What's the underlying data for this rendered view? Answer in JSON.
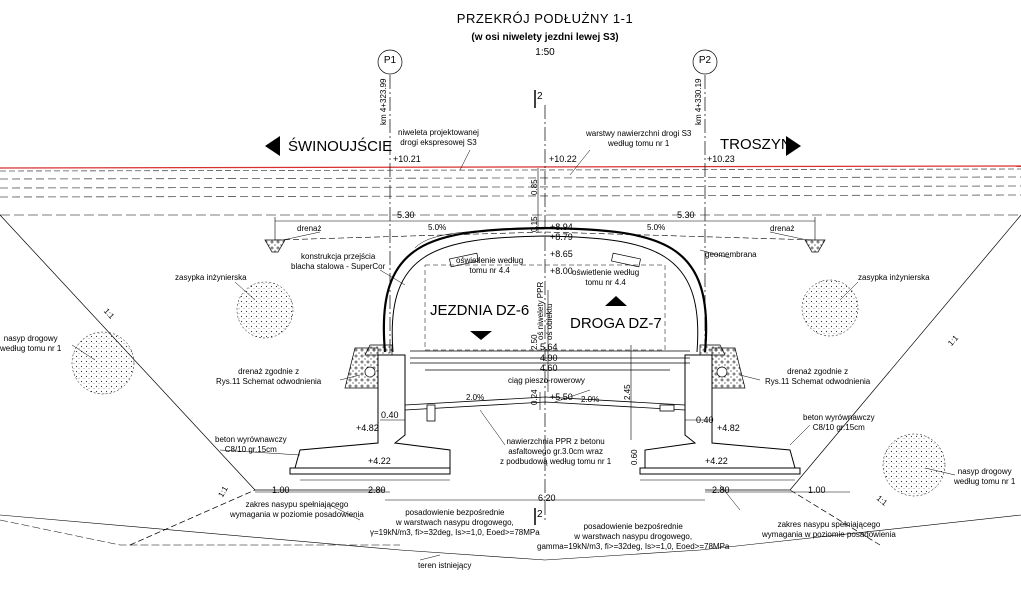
{
  "title": {
    "main": "PRZEKRÓJ PODŁUŻNY 1-1",
    "sub": "(w osi niwelety jezdni lewej S3)",
    "scale": "1:50"
  },
  "axes": {
    "p1": "P1",
    "p2": "P2",
    "km_p1": "km 4+323.99",
    "km_p2": "km 4+330.19",
    "section_mark": "2",
    "section_mark_bottom": "2"
  },
  "directions": {
    "left": "ŚWINOUJŚCIE",
    "right": "TROSZYN"
  },
  "lanes": {
    "left": "JEZDNIA DZ-6",
    "right": "DROGA DZ-7"
  },
  "elevations": {
    "e1021": "+10.21",
    "e1022": "+10.22",
    "e1023": "+10.23",
    "e894": "+8.94",
    "e879": "+8.79",
    "e865": "+8.65",
    "e800": "+8.00",
    "e550": "+5.50",
    "e482_l": "+4.82",
    "e482_r": "+4.82",
    "e422_l": "+4.22",
    "e422_r": "+4.22"
  },
  "dimensions": {
    "d530_l": "5.30",
    "d530_r": "5.30",
    "d085": "0.85",
    "d015": "0.15",
    "d250": "2.50",
    "d024": "0.24",
    "d245": "2.45",
    "d564": "5.64",
    "d490": "4.90",
    "d460": "4.60",
    "d040_l": "0.40",
    "d040_r": "0.40",
    "d060": "0.60",
    "d100_l": "1.00",
    "d100_r": "1.00",
    "d280_l": "2.80",
    "d280_r": "2.80",
    "d620": "6.20",
    "slope_l": "5.0%",
    "slope_r": "5.0%",
    "slope_c_l": "2.0%",
    "slope_c_r": "2.0%",
    "ratio_1": "1:1",
    "ratio_2": "1:1",
    "ratio_3": "1:1",
    "ratio_4": "1:1"
  },
  "labels": {
    "niweleta": "niweleta projektowanej\ndrogi ekspresowej S3",
    "warstwy": "warstwy nawierzchni drogi S3\nwedług tomu nr 1",
    "drenaz_l": "drenaż",
    "drenaz_r": "drenaż",
    "konstrukcja": "konstrukcja przejścia\nblacha stalowa - SuperCor",
    "oswietlenie_l": "oświetlenie według\ntomu nr 4.4",
    "oswietlenie_r": "oświetlenie według\ntomu nr 4.4",
    "geomembrana": "geomembrana",
    "os_niwelety": "oś niwelety PPR\noś obiektu",
    "zasypka_l": "zasypka inżynierska",
    "zasypka_r": "zasypka inżynierska",
    "nasyp_l": "nasyp drogowy\nwedług tomu nr 1",
    "nasyp_r": "nasyp drogowy\nwedług tomu nr 1",
    "drenaz_zgodnie_l": "drenaż zgodnie z\nRys.11 Schemat odwodnienia",
    "drenaz_zgodnie_r": "drenaż zgodnie z\nRys.11 Schemat odwodnienia",
    "ciag": "ciąg pieszo-rowerowy",
    "nawierzchnia": "nawierzchnia PPR z betonu\nasfaltowego gr.3.0cm wraz\nz podbudową według tomu nr 1",
    "beton_l": "beton wyrównawczy\nC8/10 gr.15cm",
    "beton_r": "beton wyrównawczy\nC8/10 gr.15cm",
    "zakres_l": "zakres nasypu spełniającego\nwymagania w poziomie posadowienia",
    "zakres_r": "zakres nasypu spełniającego\nwymagania w poziomie posadowienia",
    "posadowienie_l": "posadowienie bezpośrednie\nw warstwach nasypu drogowego,\nγ=19kN/m3, fi>=32deg, Is>=1,0, Eoed>=78MPa",
    "posadowienie_r": "posadowienie bezpośrednie\nw warstwach nasypu drogowego,\ngamma=19kN/m3, fi>=32deg, Is>=1,0, Eoed>=78MPa",
    "teren": "teren istniejący"
  },
  "colors": {
    "line": "#000000",
    "road_top": "#d83030",
    "hatch": "#444444"
  }
}
